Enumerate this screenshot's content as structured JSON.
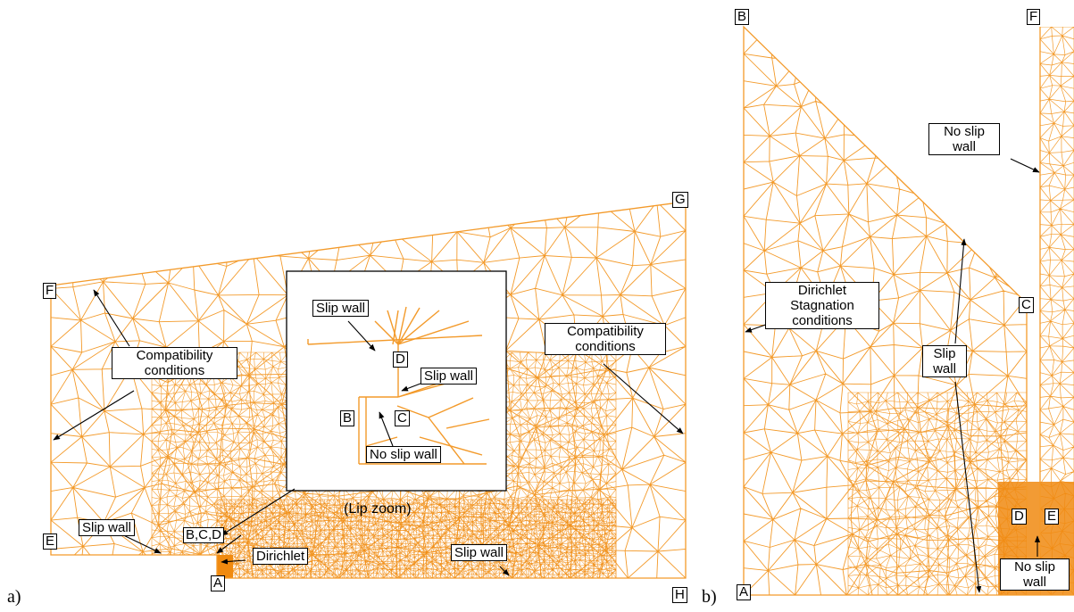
{
  "colors": {
    "mesh": "#f39a2a",
    "mesh_dense": "#f08a10",
    "ink": "#000000",
    "background": "#ffffff"
  },
  "panel_a": {
    "letter": "a)",
    "corners": {
      "A": "A",
      "E": "E",
      "F": "F",
      "G": "G",
      "H": "H",
      "BCD": "B,C,D"
    },
    "labels": {
      "compat_left": "Compatibility conditions",
      "compat_right": "Compatibility conditions",
      "slip_wall_left": "Slip wall",
      "slip_wall_bottom": "Slip wall",
      "dirichlet": "Dirichlet"
    },
    "zoom": {
      "caption": "(Lip zoom)",
      "slip_wall_top": "Slip wall",
      "slip_wall_mid": "Slip wall",
      "no_slip_wall": "No slip wall",
      "B": "B",
      "C": "C",
      "D": "D"
    }
  },
  "panel_b": {
    "letter": "b)",
    "corners": {
      "A": "A",
      "B": "B",
      "C": "C",
      "D": "D",
      "E": "E",
      "F": "F"
    },
    "labels": {
      "dirichlet": "Dirichlet Stagnation conditions",
      "slip_wall": "Slip wall",
      "no_slip_top": "No slip wall",
      "no_slip_bottom": "No slip wall"
    }
  }
}
